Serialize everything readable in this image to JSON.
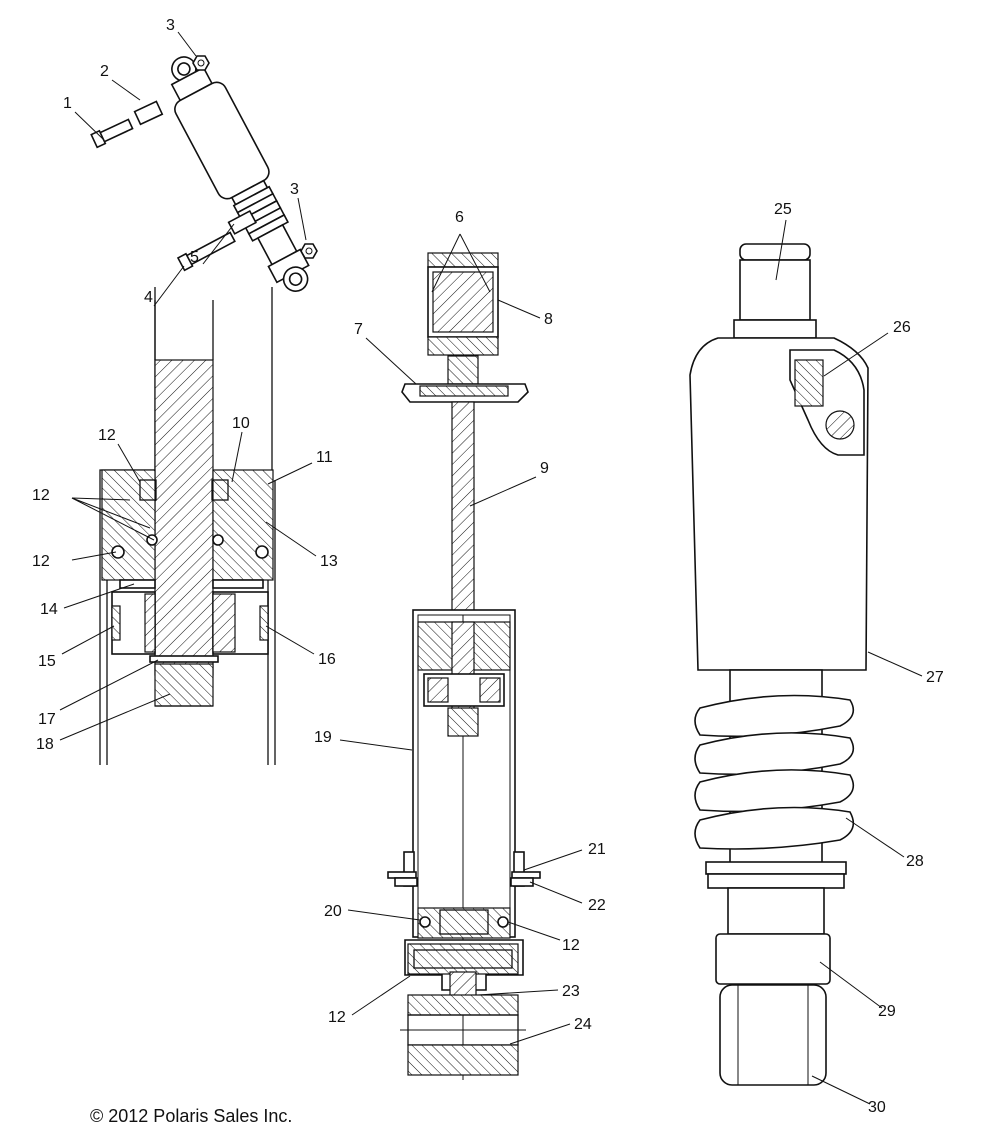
{
  "callouts": {
    "c1": "1",
    "c2": "2",
    "c3a": "3",
    "c3b": "3",
    "c4": "4",
    "c5": "5",
    "c6": "6",
    "c7": "7",
    "c8": "8",
    "c9": "9",
    "c10": "10",
    "c11": "11",
    "c12a": "12",
    "c12b": "12",
    "c12c": "12",
    "c12d": "12",
    "c12e": "12",
    "c13": "13",
    "c14": "14",
    "c15": "15",
    "c16": "16",
    "c17": "17",
    "c18": "18",
    "c19": "19",
    "c20": "20",
    "c21": "21",
    "c22": "22",
    "c23": "23",
    "c24": "24",
    "c25": "25",
    "c26": "26",
    "c27": "27",
    "c28": "28",
    "c29": "29",
    "c30": "30"
  },
  "copyright": "© 2012 Polaris Sales Inc."
}
